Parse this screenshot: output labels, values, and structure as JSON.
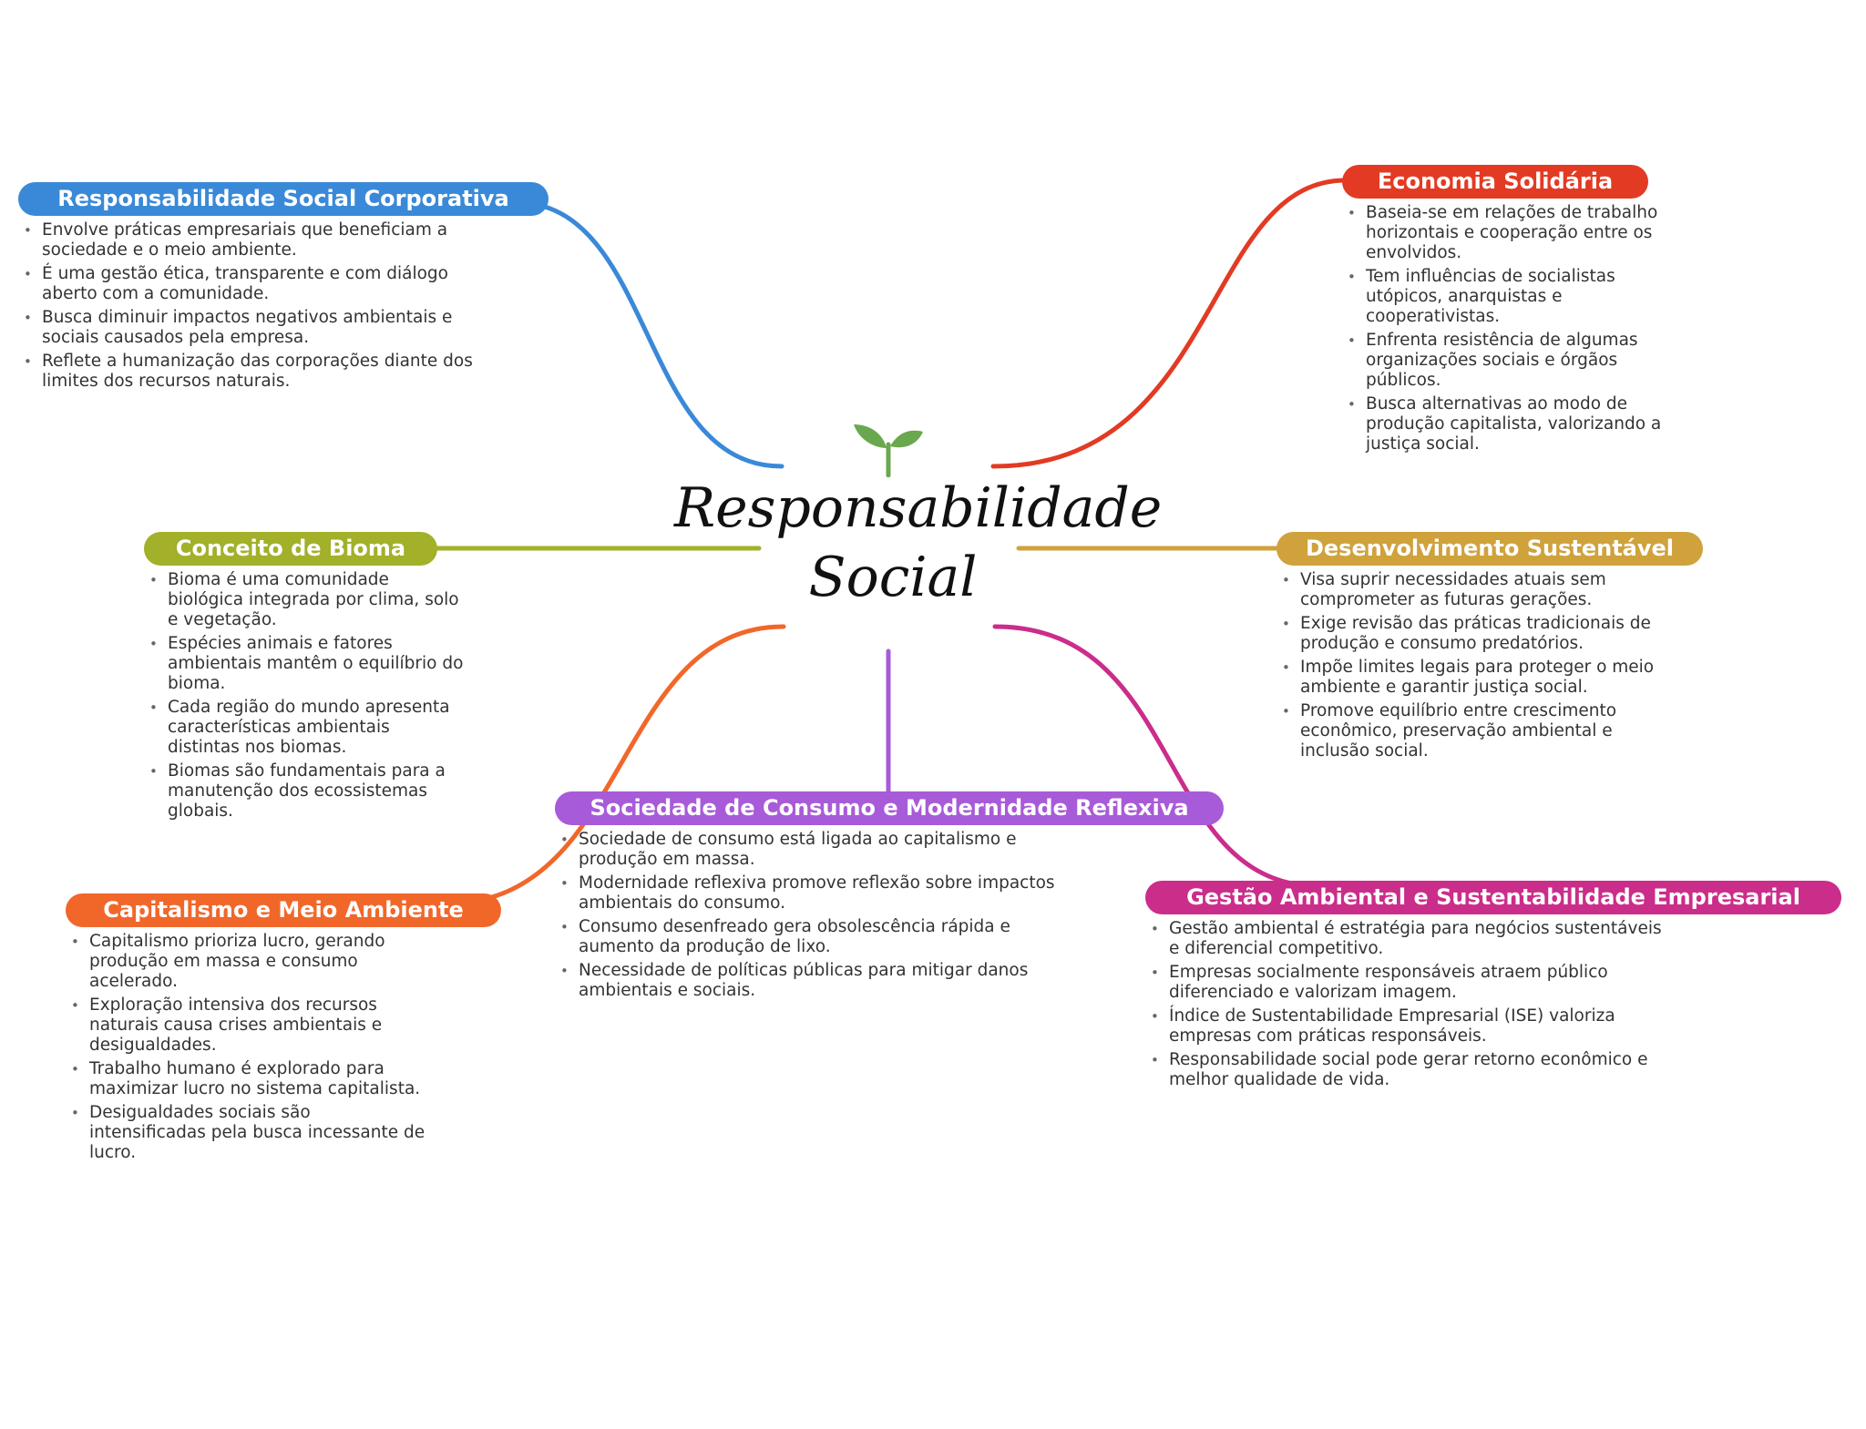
{
  "colors": {
    "rsc": "#3a89d8",
    "economia": "#e33a23",
    "bioma": "#a2b02a",
    "desenvolvimento": "#cfa23c",
    "capitalismo": "#f1672a",
    "sociedade": "#a85bd8",
    "gestao": "#cb2d8a",
    "sprout": "#6aa84f"
  },
  "center": {
    "icon": "sprout-icon",
    "title_line1": "Responsabilidade",
    "title_line2": "Social"
  },
  "topics": {
    "rsc": {
      "title": "Responsabilidade Social Corporativa",
      "items": [
        "Envolve práticas empresariais que beneficiam a sociedade e o meio ambiente.",
        "É uma gestão ética, transparente e com diálogo aberto com a comunidade.",
        "Busca diminuir impactos negativos ambientais e sociais causados pela empresa.",
        "Reflete a humanização das corporações diante dos limites dos recursos naturais."
      ]
    },
    "economia": {
      "title": "Economia Solidária",
      "items": [
        "Baseia-se em relações de trabalho horizontais e cooperação entre os envolvidos.",
        "Tem influências de socialistas utópicos, anarquistas e cooperativistas.",
        "Enfrenta resistência de algumas organizações sociais e órgãos públicos.",
        "Busca alternativas ao modo de produção capitalista, valorizando a justiça social."
      ]
    },
    "bioma": {
      "title": "Conceito de Bioma",
      "items": [
        "Bioma é uma comunidade biológica integrada por clima, solo e vegetação.",
        "Espécies animais e fatores ambientais mantêm o equilíbrio do bioma.",
        "Cada região do mundo apresenta características ambientais distintas nos biomas.",
        "Biomas são fundamentais para a manutenção dos ecossistemas globais."
      ]
    },
    "desenvolvimento": {
      "title": "Desenvolvimento Sustentável",
      "items": [
        "Visa suprir necessidades atuais sem comprometer as futuras gerações.",
        "Exige revisão das práticas tradicionais de produção e consumo predatórios.",
        "Impõe limites legais para proteger o meio ambiente e garantir justiça social.",
        "Promove equilíbrio entre crescimento econômico, preservação ambiental e inclusão social."
      ]
    },
    "sociedade": {
      "title": "Sociedade de Consumo e Modernidade Reflexiva",
      "items": [
        "Sociedade de consumo está ligada ao capitalismo e produção em massa.",
        "Modernidade reflexiva promove reflexão sobre impactos ambientais do consumo.",
        "Consumo desenfreado gera obsolescência rápida e aumento da produção de lixo.",
        "Necessidade de políticas públicas para mitigar danos ambientais e sociais."
      ]
    },
    "capitalismo": {
      "title": "Capitalismo e Meio Ambiente",
      "items": [
        "Capitalismo prioriza lucro, gerando produção em massa e consumo acelerado.",
        "Exploração intensiva dos recursos naturais causa crises ambientais e desigualdades.",
        "Trabalho humano é explorado para maximizar lucro no sistema capitalista.",
        "Desigualdades sociais são intensificadas pela busca incessante de lucro."
      ]
    },
    "gestao": {
      "title": "Gestão Ambiental e Sustentabilidade Empresarial",
      "items": [
        "Gestão ambiental é estratégia para negócios sustentáveis e diferencial competitivo.",
        "Empresas socialmente responsáveis atraem público diferenciado e valorizam imagem.",
        "Índice de Sustentabilidade Empresarial (ISE) valoriza empresas com práticas responsáveis.",
        "Responsabilidade social pode gerar retorno econômico e melhor qualidade de vida."
      ]
    }
  }
}
